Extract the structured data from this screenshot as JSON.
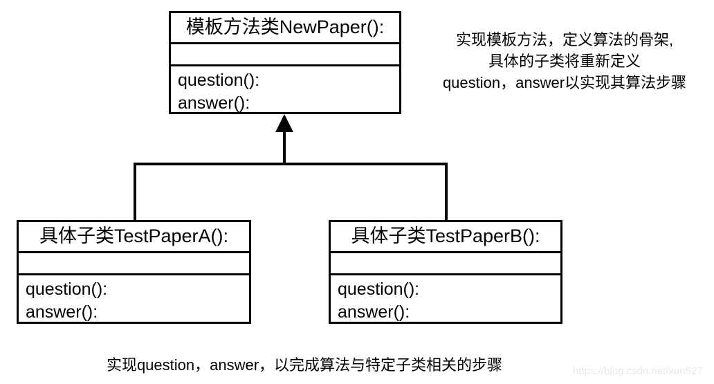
{
  "diagram": {
    "title": "Template Method pattern UML class diagram",
    "background_color": "#ffffff",
    "line_color": "#000000"
  },
  "classes": {
    "parent": {
      "name": "模板方法类NewPaper():",
      "attributes": [],
      "operations": [
        "question():",
        "answer():"
      ]
    },
    "child_a": {
      "name": "具体子类TestPaperA():",
      "attributes": [],
      "operations": [
        "question():",
        "answer():"
      ]
    },
    "child_b": {
      "name": "具体子类TestPaperB():",
      "attributes": [],
      "operations": [
        "question():",
        "answer():"
      ]
    }
  },
  "notes": {
    "template_note_lines": [
      "实现模板方法，定义算法的骨架,",
      "具体的子类将重新定义",
      "question，answer以实现其算法步骤"
    ],
    "bottom_caption": "实现question，answer，以完成算法与特定子类相关的步骤"
  },
  "relationship": {
    "type": "generalization",
    "arrow_style": "solid-closed-triangle",
    "from": [
      "具体子类TestPaperA():",
      "具体子类TestPaperB():"
    ],
    "to": "模板方法类NewPaper():"
  },
  "watermark": {
    "text": "https://blog.csdn.net/xun527",
    "color": "#e8e8e8"
  }
}
